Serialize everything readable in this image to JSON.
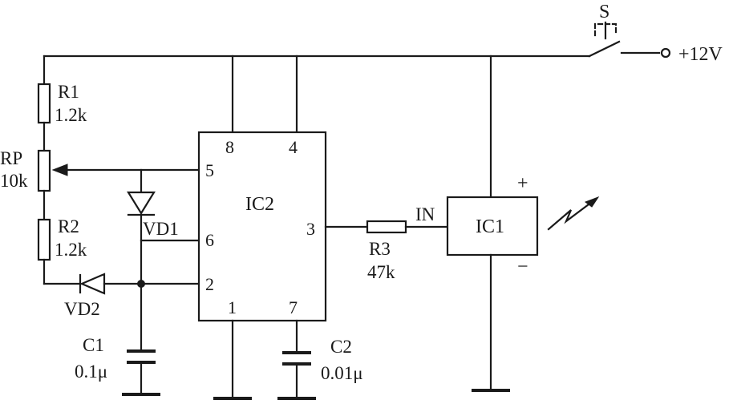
{
  "supply": {
    "label": "+12V",
    "switch": "S"
  },
  "resistors": {
    "r1": {
      "name": "R1",
      "value": "1.2k"
    },
    "rp": {
      "name": "RP",
      "value": "10k"
    },
    "r2": {
      "name": "R2",
      "value": "1.2k"
    },
    "r3": {
      "name": "R3",
      "value": "47k"
    }
  },
  "diodes": {
    "vd1": "VD1",
    "vd2": "VD2"
  },
  "capacitors": {
    "c1": {
      "name": "C1",
      "value": "0.1μ"
    },
    "c2": {
      "name": "C2",
      "value": "0.01μ"
    }
  },
  "ic2": {
    "name": "IC2",
    "pins": {
      "p8": "8",
      "p4": "4",
      "p5": "5",
      "p6": "6",
      "p2": "2",
      "p1": "1",
      "p7": "7",
      "p3": "3"
    }
  },
  "ic1": {
    "name": "IC1",
    "input": "IN",
    "plus": "+",
    "minus": "−"
  }
}
